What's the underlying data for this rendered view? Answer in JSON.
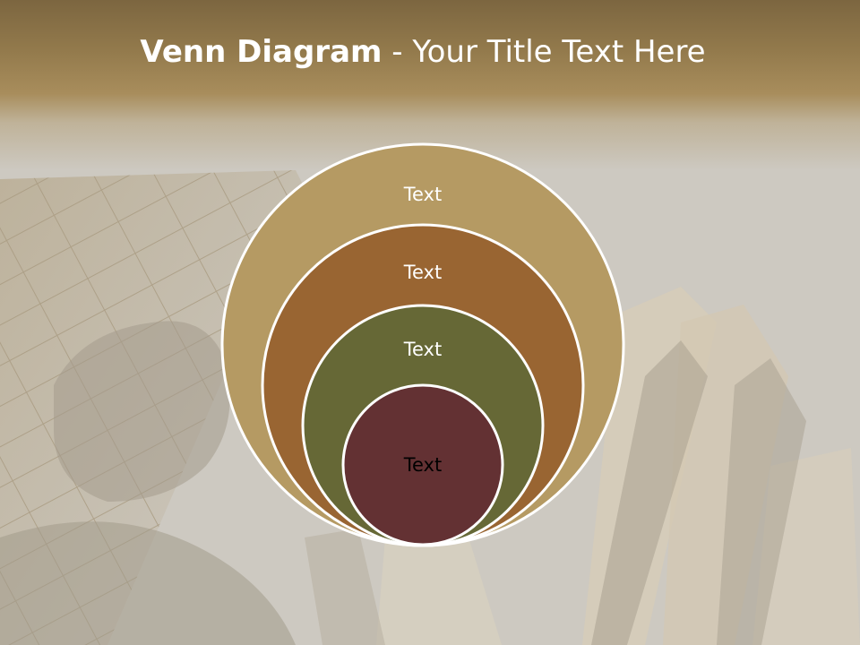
{
  "slide": {
    "title_bold": "Venn Diagram",
    "title_rest": " - Your Title Text Here"
  },
  "diagram": {
    "circles": [
      {
        "label": "Text",
        "fill": "#b59a63",
        "text_color": "#ffffff"
      },
      {
        "label": "Text",
        "fill": "#996532",
        "text_color": "#ffffff"
      },
      {
        "label": "Text",
        "fill": "#666836",
        "text_color": "#ffffff"
      },
      {
        "label": "Text",
        "fill": "#633133",
        "text_color": "#000000"
      }
    ],
    "stroke_color": "#ffffff"
  }
}
